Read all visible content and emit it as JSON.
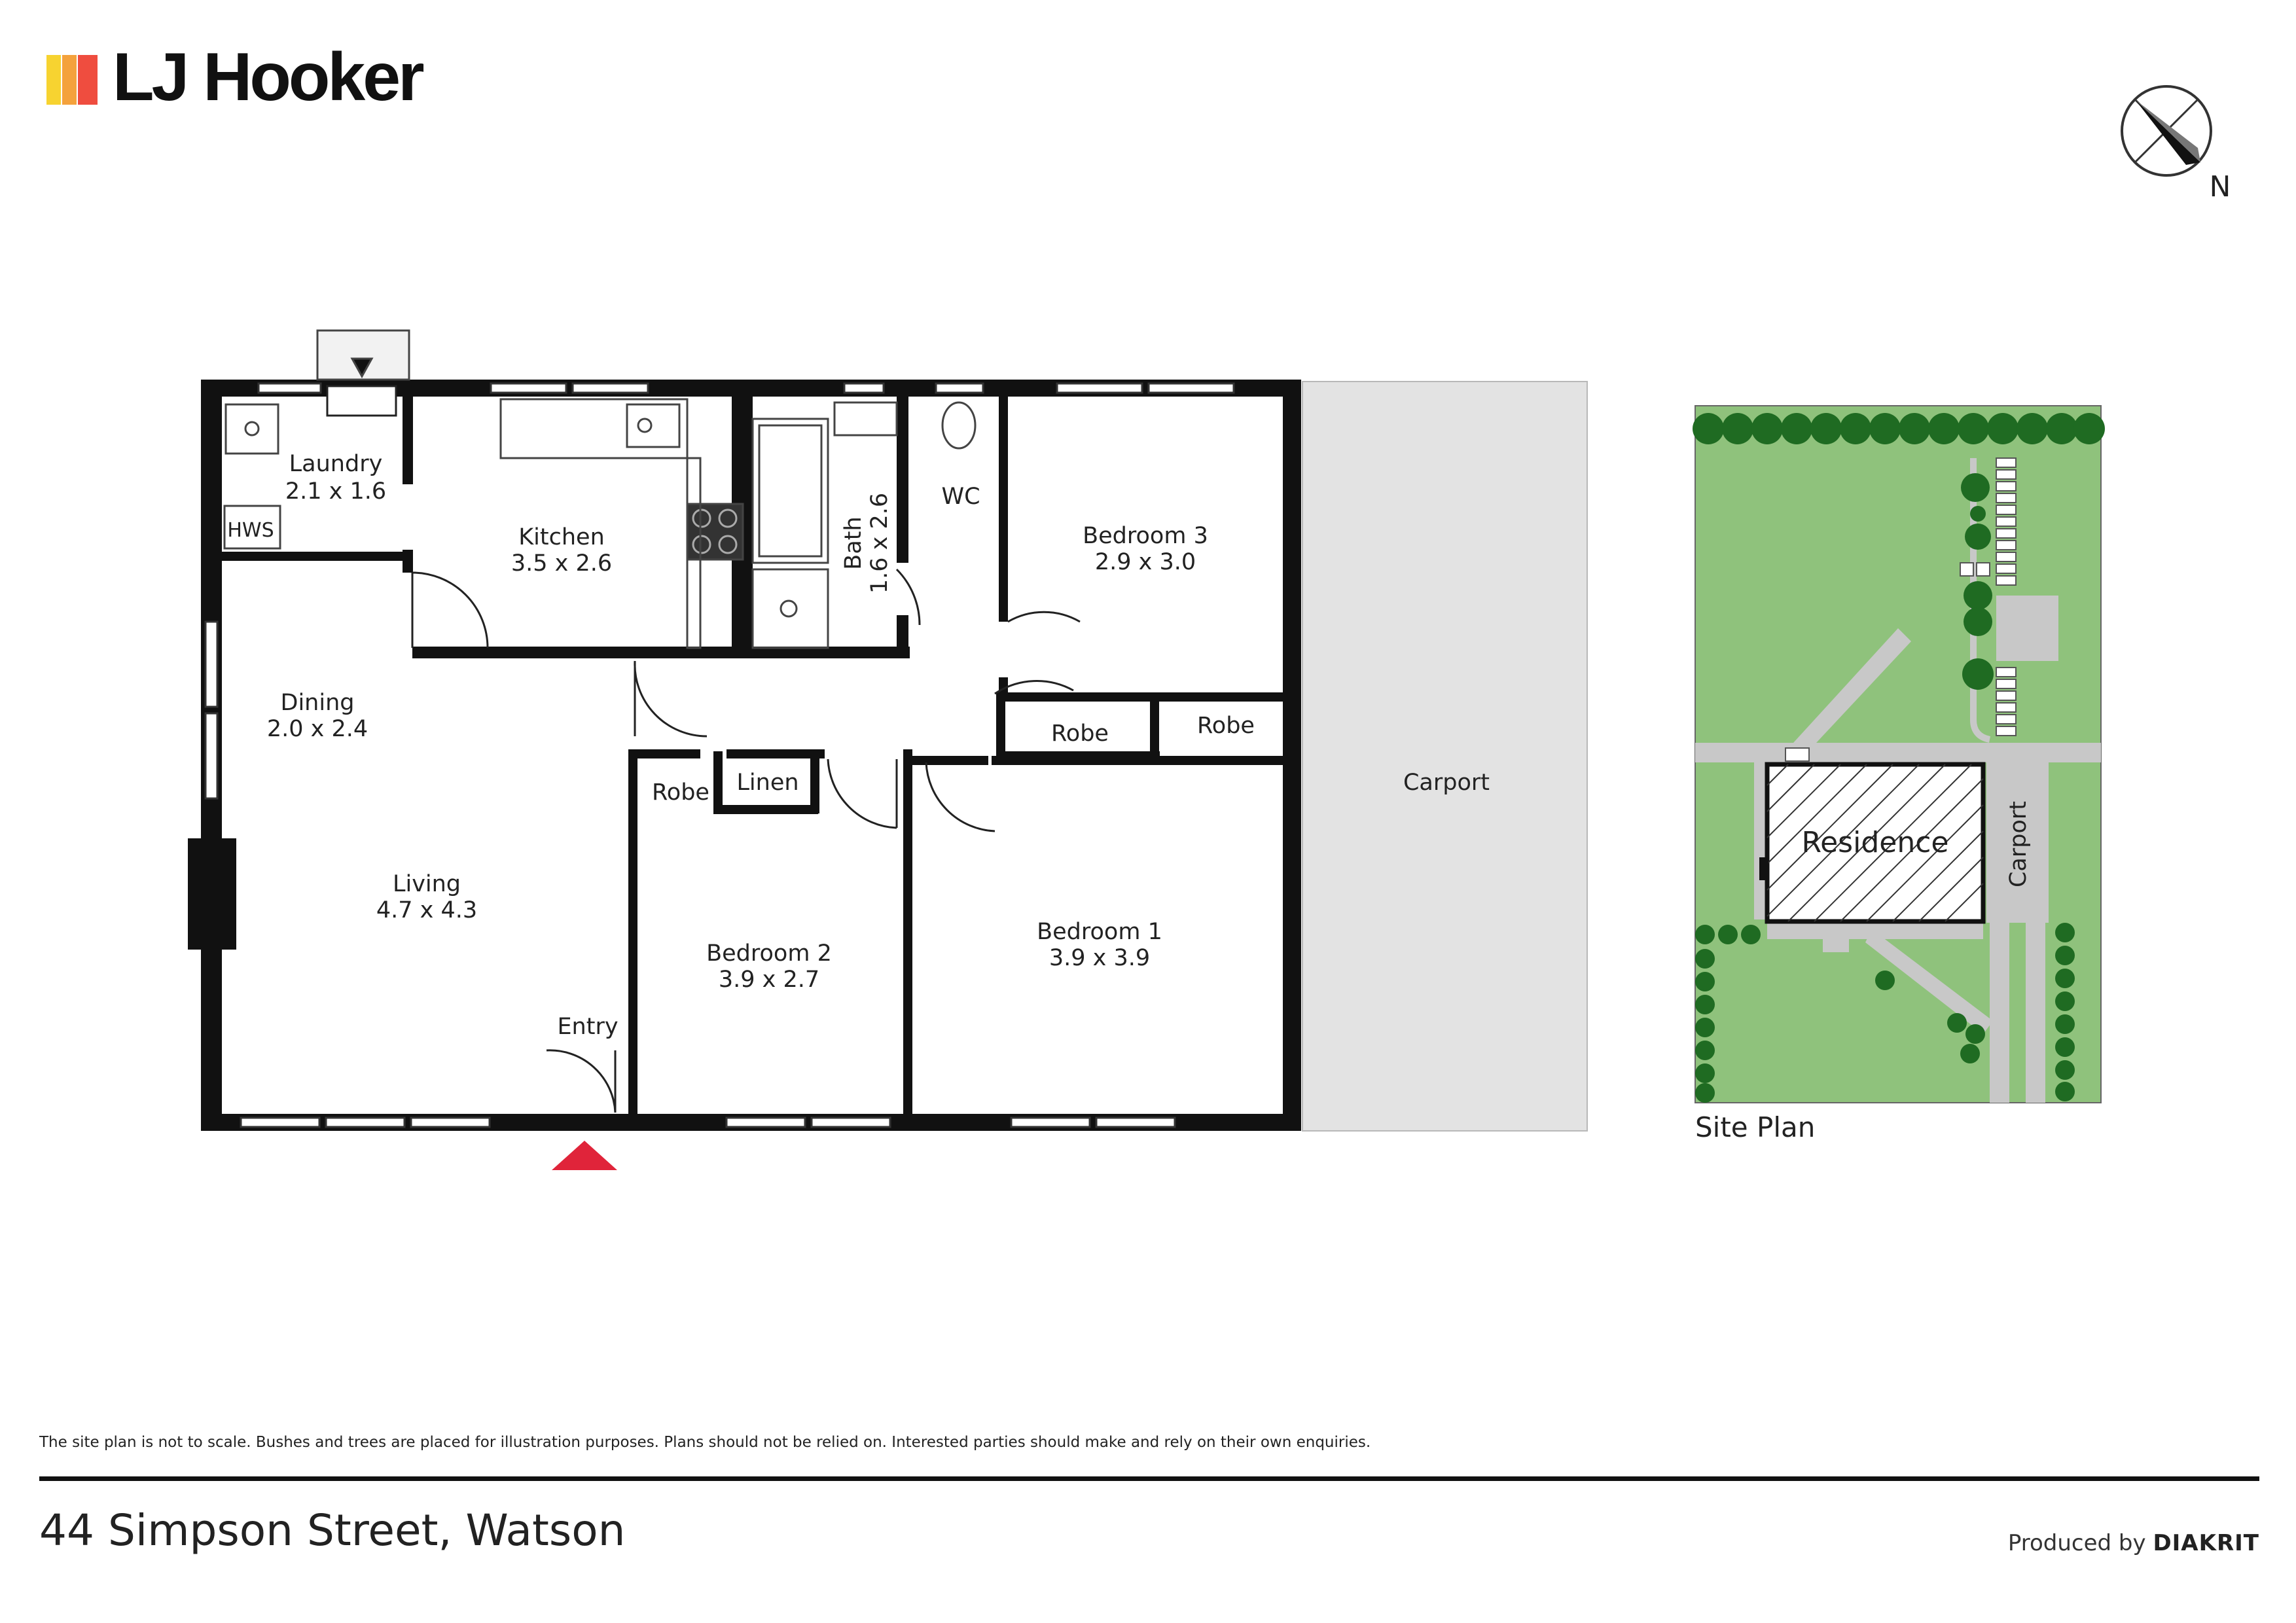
{
  "brand": {
    "name": "LJ Hooker",
    "stripe_colors": [
      "#f7d330",
      "#f4a23c",
      "#ef4d3f"
    ]
  },
  "compass": {
    "label": "N",
    "icon": "north-arrow-icon"
  },
  "rooms": {
    "laundry": {
      "name": "Laundry",
      "size": "2.1 x 1.6"
    },
    "hws": {
      "name": "HWS"
    },
    "kitchen": {
      "name": "Kitchen",
      "size": "3.5 x 2.6"
    },
    "bath": {
      "name": "Bath",
      "size": "1.6 x 2.6"
    },
    "wc": {
      "name": "WC"
    },
    "bedroom3": {
      "name": "Bedroom 3",
      "size": "2.9 x 3.0"
    },
    "dining": {
      "name": "Dining",
      "size": "2.0 x 2.4"
    },
    "living": {
      "name": "Living",
      "size": "4.7 x 4.3"
    },
    "robe_b2": {
      "name": "Robe"
    },
    "linen": {
      "name": "Linen"
    },
    "robe_b1a": {
      "name": "Robe"
    },
    "robe_b1b": {
      "name": "Robe"
    },
    "bedroom2": {
      "name": "Bedroom 2",
      "size": "3.9 x 2.7"
    },
    "bedroom1": {
      "name": "Bedroom 1",
      "size": "3.9 x 3.9"
    },
    "entry": {
      "name": "Entry"
    },
    "carport": {
      "name": "Carport"
    }
  },
  "site_plan": {
    "caption": "Site Plan",
    "residence": "Residence",
    "carport": "Carport"
  },
  "colors": {
    "wall": "#111111",
    "carport": "#e3e3e3",
    "lawn": "#8fc27c",
    "tree": "#1f6b22",
    "path": "#c8c8c8",
    "entry_marker": "#e0243a"
  },
  "footer": {
    "disclaimer": "The site plan is not to scale. Bushes and trees are placed for illustration purposes. Plans should not be relied on. Interested parties should make and rely on their own enquiries.",
    "address": "44 Simpson Street, Watson",
    "produced_by": "Produced by",
    "producer": "DIAKRIT"
  }
}
